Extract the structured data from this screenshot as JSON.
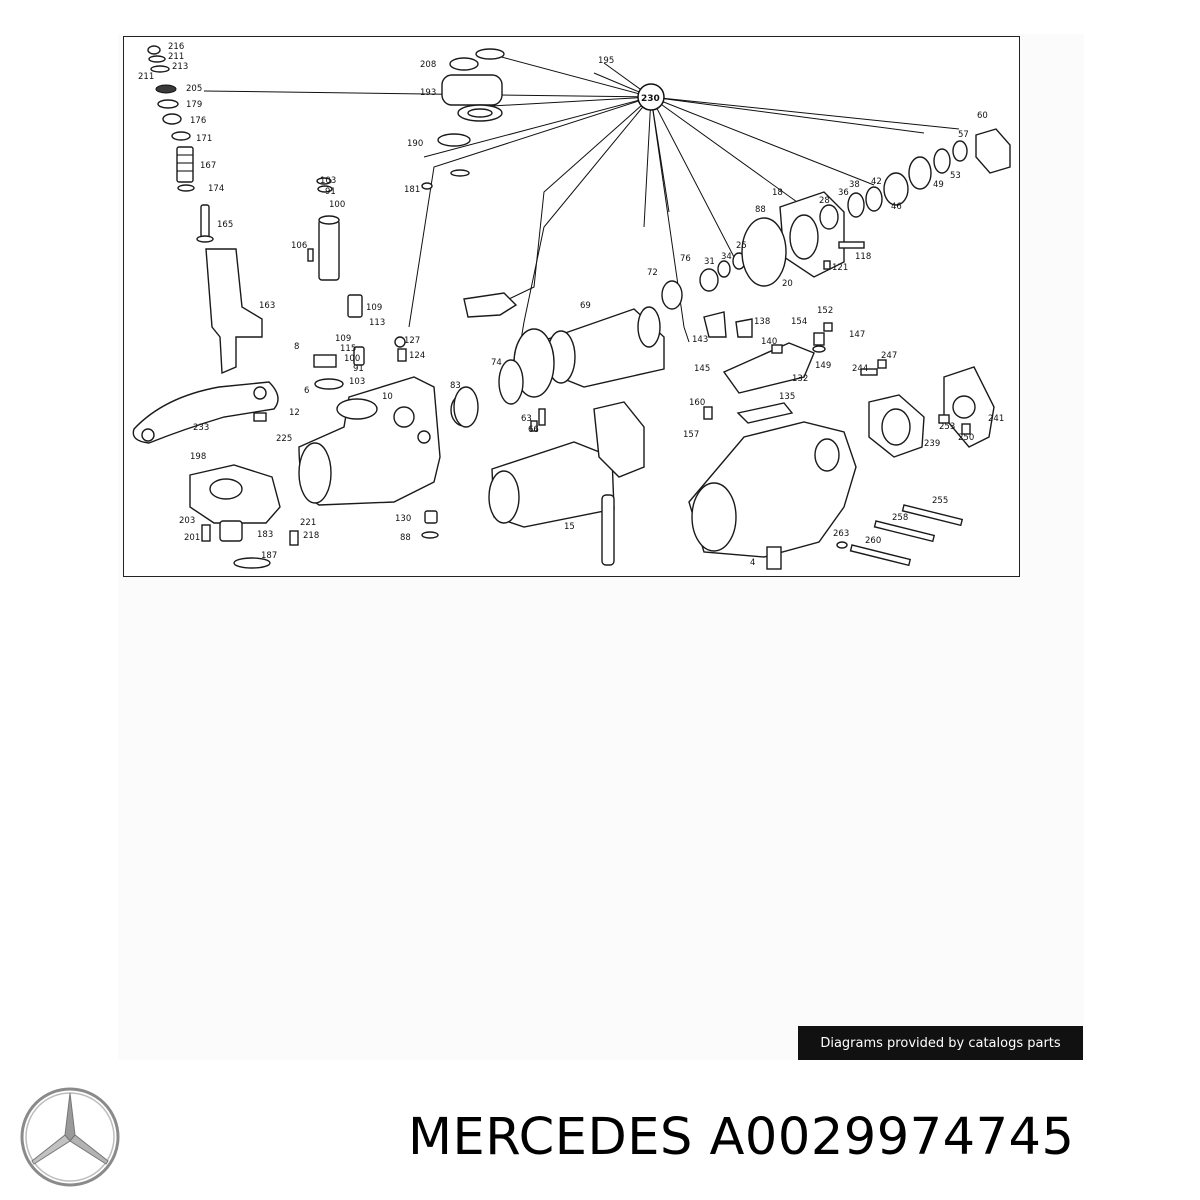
{
  "diagram": {
    "hub_label": "230",
    "callouts": [
      "216",
      "211",
      "211",
      "213",
      "205",
      "179",
      "176",
      "171",
      "167",
      "174",
      "165",
      "163",
      "208",
      "193",
      "190",
      "181",
      "195",
      "103",
      "91",
      "100",
      "106",
      "109",
      "113",
      "109",
      "115",
      "91",
      "100",
      "103",
      "127",
      "124",
      "8",
      "6",
      "10",
      "83",
      "12",
      "233",
      "225",
      "198",
      "203",
      "201",
      "183",
      "187",
      "221",
      "218",
      "130",
      "88",
      "60",
      "57",
      "53",
      "49",
      "46",
      "42",
      "38",
      "36",
      "28",
      "18",
      "88",
      "25",
      "34",
      "31",
      "76",
      "72",
      "69",
      "74",
      "20",
      "118",
      "121",
      "63",
      "66",
      "15",
      "143",
      "138",
      "140",
      "145",
      "132",
      "152",
      "154",
      "147",
      "149",
      "244",
      "247",
      "135",
      "160",
      "157",
      "4",
      "255",
      "258",
      "263",
      "260",
      "241",
      "253",
      "250",
      "239"
    ]
  },
  "credit_text": "Diagrams provided by catalogs parts",
  "brand": "MERCEDES",
  "part_number": "A0029974745",
  "logo_icon": "mercedes-star-icon"
}
